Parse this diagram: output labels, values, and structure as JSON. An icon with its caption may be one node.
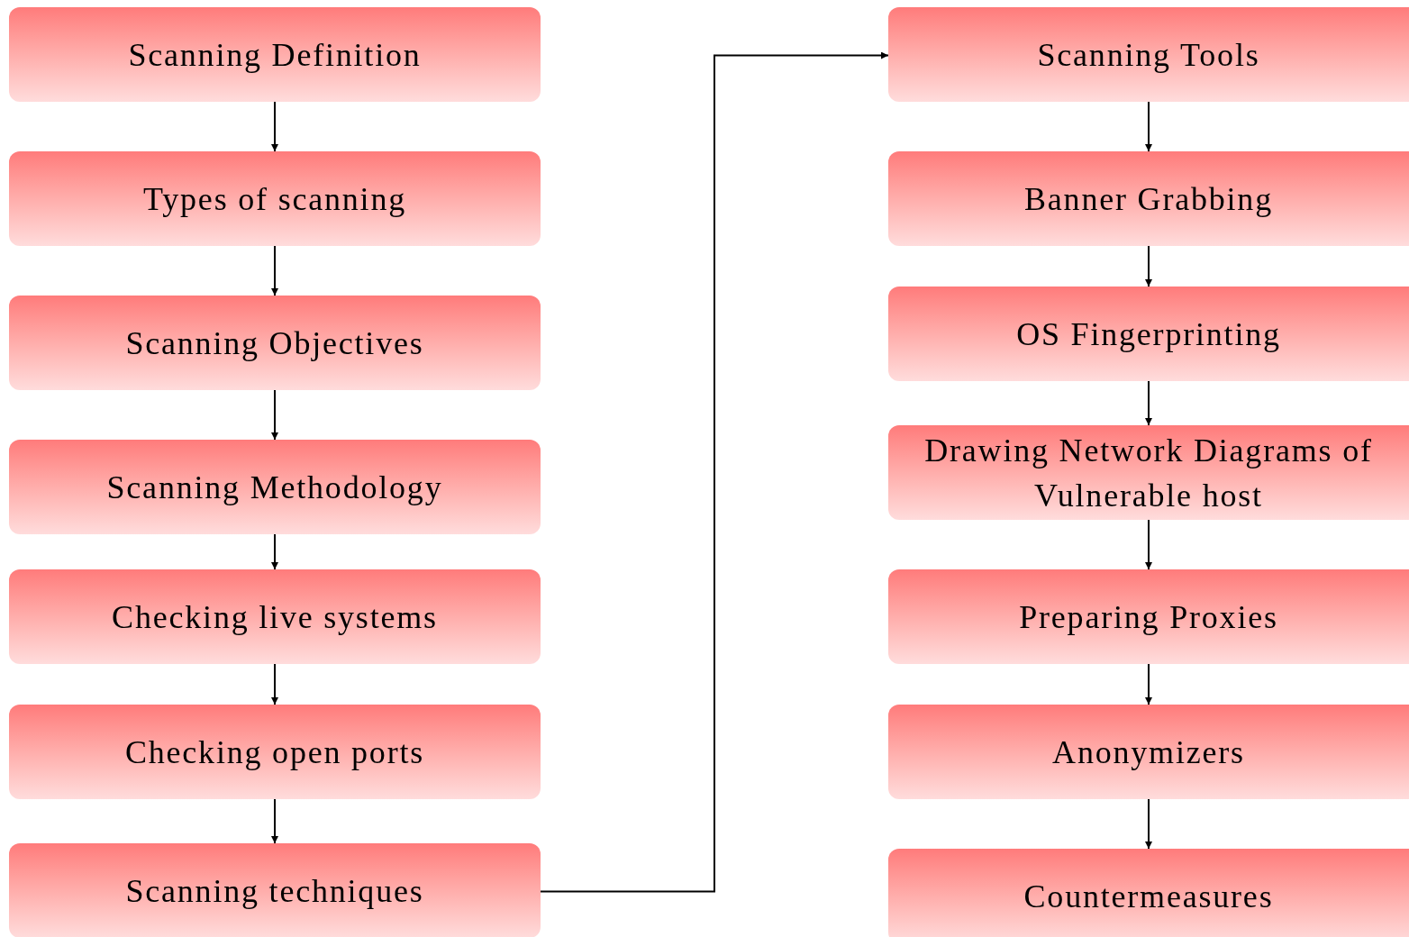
{
  "diagram": {
    "nodes": [
      {
        "text": [
          "Scanning Definition"
        ]
      },
      {
        "text": [
          "Types of scanning"
        ]
      },
      {
        "text": [
          "Scanning Objectives"
        ]
      },
      {
        "text": [
          "Scanning Methodology"
        ]
      },
      {
        "text": [
          "Checking live systems"
        ]
      },
      {
        "text": [
          "Checking open ports"
        ]
      },
      {
        "text": [
          "Scanning techniques"
        ]
      },
      {
        "text": [
          "Scanning Tools"
        ]
      },
      {
        "text": [
          "Banner Grabbing"
        ]
      },
      {
        "text": [
          "OS Fingerprinting"
        ]
      },
      {
        "text": [
          "Drawing Network Diagrams of Vulnerable host"
        ]
      },
      {
        "text": [
          "Preparing Proxies"
        ]
      },
      {
        "text": [
          "Anonymizers"
        ]
      },
      {
        "text": [
          "Countermeasures"
        ]
      }
    ],
    "edges": [
      {
        "from": 0,
        "to": 1,
        "arrow": "to"
      },
      {
        "from": 1,
        "to": 2,
        "arrow": "to"
      },
      {
        "from": 2,
        "to": 3,
        "arrow": "to"
      },
      {
        "from": 3,
        "to": 4,
        "arrow": "to"
      },
      {
        "from": 4,
        "to": 5,
        "arrow": "to"
      },
      {
        "from": 5,
        "to": 6,
        "arrow": "to"
      },
      {
        "from": 6,
        "to": 7,
        "arrow": "to"
      },
      {
        "from": 7,
        "to": 8,
        "arrow": "to"
      },
      {
        "from": 8,
        "to": 9,
        "arrow": "to"
      },
      {
        "from": 9,
        "to": 10,
        "arrow": "to"
      },
      {
        "from": 10,
        "to": 11,
        "arrow": "to"
      },
      {
        "from": 11,
        "to": 12,
        "arrow": "to"
      },
      {
        "from": 12,
        "to": 13,
        "arrow": "to"
      }
    ]
  }
}
